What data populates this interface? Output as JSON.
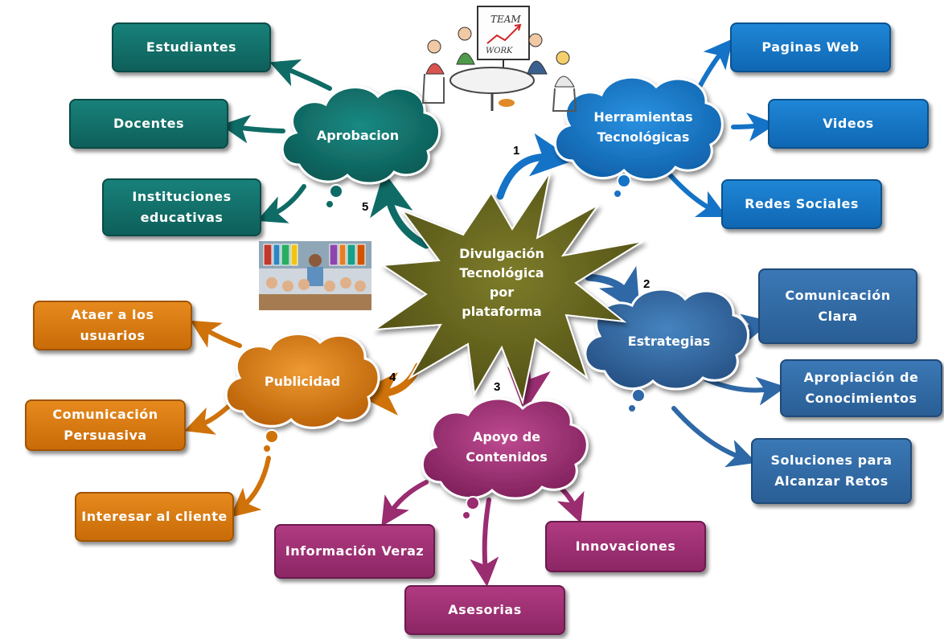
{
  "center": {
    "label": "Divulgación\nTecnológica\npor\nplataforma",
    "color": "#6b6a1f"
  },
  "clusters": {
    "aprobacion": {
      "label": "Aprobacion",
      "number": "5",
      "color": "#0f6b66",
      "items": [
        "Estudiantes",
        "Docentes",
        "Instituciones\neducativas"
      ]
    },
    "herramientas": {
      "label": "Herramientas\nTecnológicas",
      "number": "1",
      "color": "#1473c6",
      "items": [
        "Paginas Web",
        "Videos",
        "Redes Sociales"
      ]
    },
    "estrategias": {
      "label": "Estrategias",
      "number": "2",
      "color": "#2f68a6",
      "items": [
        "Comunicación\nClara",
        "Apropiación de\nConocimientos",
        "Soluciones para\nAlcanzar  Retos"
      ]
    },
    "apoyo": {
      "label": "Apoyo de\nContenidos",
      "number": "3",
      "color": "#9a2c70",
      "items": [
        "Información Veraz",
        "Asesorias",
        "Innovaciones"
      ]
    },
    "publicidad": {
      "label": "Publicidad",
      "number": "4",
      "color": "#cf720a",
      "items": [
        "Ataer a los\nusuarios",
        "Comunicación\nPersuasiva",
        "Interesar al cliente"
      ]
    }
  },
  "images": {
    "team": {
      "board_text_1": "TEAM",
      "board_text_2": "WORK"
    },
    "classroom": {}
  }
}
